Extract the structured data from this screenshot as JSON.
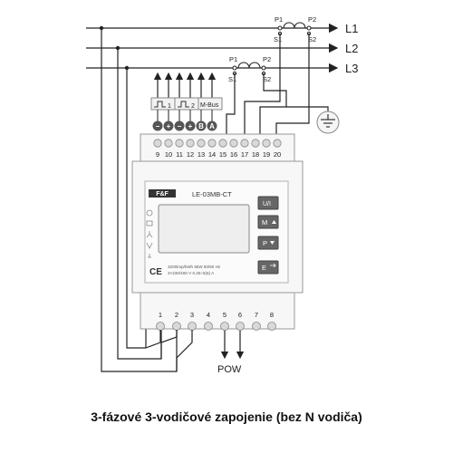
{
  "lines": {
    "l1": "L1",
    "l2": "L2",
    "l3": "L3"
  },
  "ct": {
    "p1": "P1",
    "p2": "P2",
    "s1": "S1",
    "s2": "S2"
  },
  "outputs": {
    "pulse1": "1",
    "pulse2": "2",
    "mbus": "M-Bus"
  },
  "top_terminal_signs": [
    "−",
    "+",
    "−",
    "+",
    "B",
    "A"
  ],
  "top_terminal_numbers": [
    "9",
    "10",
    "11",
    "12",
    "13",
    "14",
    "15",
    "16",
    "17",
    "18",
    "19",
    "20"
  ],
  "bottom_terminal_numbers": [
    "1",
    "2",
    "3",
    "4",
    "5",
    "6",
    "7",
    "8"
  ],
  "device": {
    "model": "LE-03MB-CT",
    "spec_line1": "3200imp/kWh  5kW  50/60 Hz",
    "spec_line2": "3×230/400 V  0.25÷5(6) A",
    "btn_um": "U/I",
    "btn_m": "M",
    "btn_p": "P",
    "btn_e": "E",
    "ce": "CE"
  },
  "power_label": "POW",
  "caption": "3-fázové 3-vodičové zapojenie (bez N vodiča)",
  "colors": {
    "line": "#222222",
    "device_fill": "#f7f7f7",
    "device_stroke": "#9a9a9a",
    "terminal": "#d9d9d9",
    "sign_circle": "#555555"
  }
}
